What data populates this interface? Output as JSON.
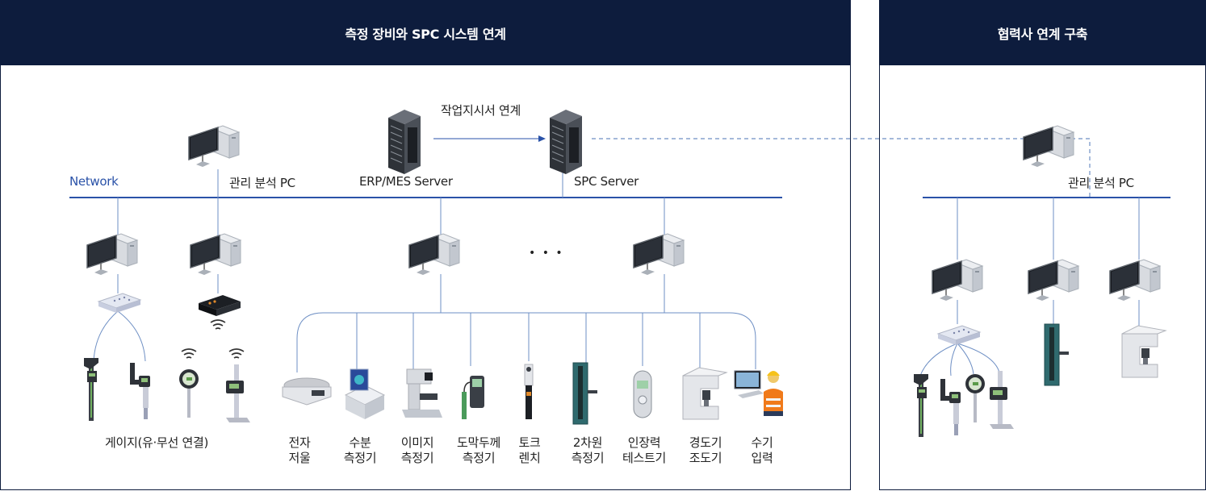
{
  "panels": {
    "left_title": "측정 장비와 SPC 시스템 연계",
    "right_title": "협력사 연계 구축"
  },
  "labels": {
    "network": "Network",
    "mgmt_pc_left": "관리 분석 PC",
    "erp_server": "ERP/MES Server",
    "spc_server": "SPC Server",
    "work_order_link": "작업지시서 연계",
    "ellipsis": "• • •",
    "gauge": "게이지(유·무선 연결)",
    "mgmt_pc_right": "관리 분석 PC"
  },
  "devices": [
    {
      "line1": "전자",
      "line2": "저울"
    },
    {
      "line1": "수분",
      "line2": "측정기"
    },
    {
      "line1": "이미지",
      "line2": "측정기"
    },
    {
      "line1": "도막두께",
      "line2": "측정기"
    },
    {
      "line1": "토크",
      "line2": "렌치"
    },
    {
      "line1": "2차원",
      "line2": "측정기"
    },
    {
      "line1": "인장력",
      "line2": "테스트기"
    },
    {
      "line1": "경도기",
      "line2": "조도기"
    },
    {
      "line1": "수기",
      "line2": "입력"
    }
  ],
  "colors": {
    "header": "#0d1c3d",
    "network_line": "#2a52a8",
    "link_line": "#6e8fc4",
    "dashed_link": "#6e8fc4"
  }
}
